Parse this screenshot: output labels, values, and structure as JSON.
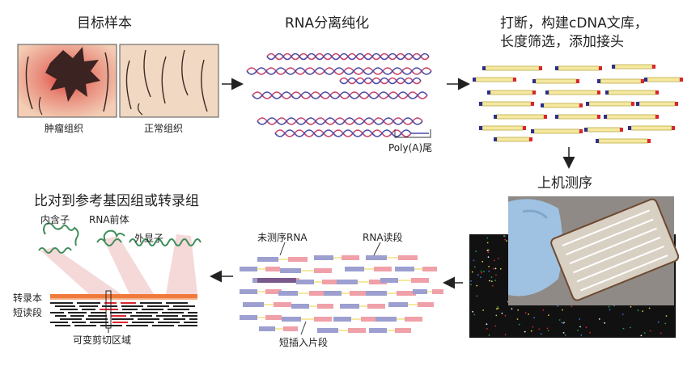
{
  "step1": {
    "title": "目标样本",
    "tumor_label": "肿瘤组织",
    "normal_label": "正常组织"
  },
  "step2": {
    "title": "RNA分离纯化",
    "polya_label": "Poly(A)尾"
  },
  "step3": {
    "title_line1": "打断，构建cDNA文库，",
    "title_line2": "长度筛选，添加接头"
  },
  "step4": {
    "title": "上机测序"
  },
  "step5": {
    "unsequenced_label": "未测序RNA",
    "reads_label": "RNA读段",
    "insert_label": "短插入片段"
  },
  "step6": {
    "title": "比对到参考基因组或转录组",
    "intron_label": "内含子",
    "pre_rna_label": "RNA前体",
    "exon_label": "外显子",
    "transcript_label": "转录本",
    "short_reads_label": "短读段",
    "splice_label": "可变剪切区域"
  },
  "colors": {
    "yellow_fragment": "#f5e9a0",
    "blue_adapter": "#2c2f8a",
    "red_adapter": "#d8262e",
    "read_blue": "#9c9fd0",
    "read_pink": "#f0a0a8",
    "green_strand": "#3e8f5a",
    "orange_transcript": "#f07a3c"
  }
}
